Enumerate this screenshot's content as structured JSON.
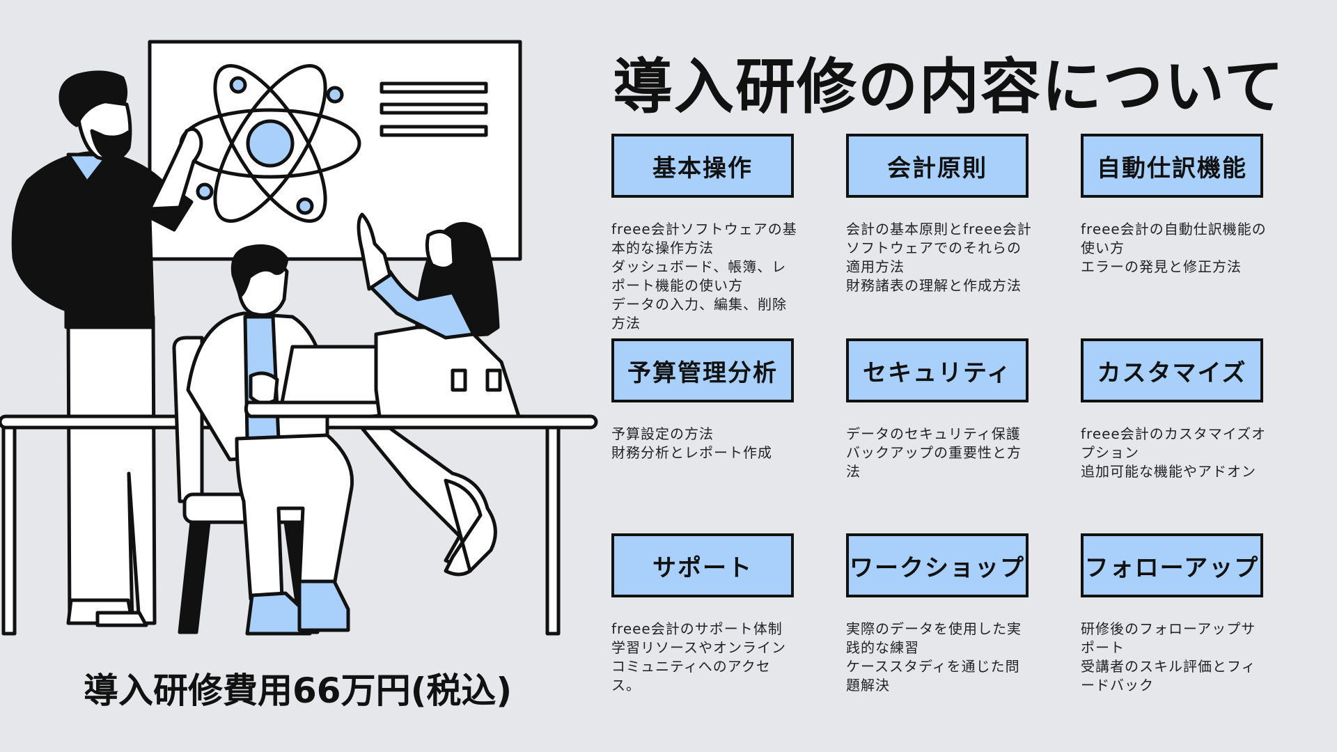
{
  "title": "導入研修の内容について",
  "fee": "導入研修費用66万円(税込)",
  "cards": [
    {
      "heading": "基本操作",
      "lines": [
        "freee会計ソフトウェアの基本的な操作方法",
        "ダッシュボード、帳簿、レポート機能の使い方",
        "データの入力、編集、削除方法"
      ]
    },
    {
      "heading": "会計原則",
      "lines": [
        "会計の基本原則とfreee会計ソフトウェアでのそれらの適用方法",
        "財務諸表の理解と作成方法"
      ]
    },
    {
      "heading": "自動仕訳機能",
      "lines": [
        "freee会計の自動仕訳機能の使い方",
        "エラーの発見と修正方法"
      ]
    },
    {
      "heading": "予算管理分析",
      "lines": [
        "予算設定の方法",
        "財務分析とレポート作成"
      ]
    },
    {
      "heading": "セキュリティ",
      "lines": [
        "データのセキュリティ保護",
        "バックアップの重要性と方法"
      ]
    },
    {
      "heading": "カスタマイズ",
      "lines": [
        "freee会計のカスタマイズオプション",
        "追加可能な機能やアドオン"
      ]
    },
    {
      "heading": "サポート",
      "lines": [
        "freee会計のサポート体制",
        "学習リソースやオンラインコミュニティへのアクセス。"
      ]
    },
    {
      "heading": "ワークショップ",
      "lines": [
        "実際のデータを使用した実践的な練習",
        "ケーススタディを通じた問題解決"
      ]
    },
    {
      "heading": "フォローアップ",
      "lines": [
        "研修後のフォローアップサポート",
        "受講者のスキル評価とフィードバック"
      ]
    }
  ],
  "colors": {
    "accent": "#a8d0fb",
    "background": "#e6e7ea",
    "ink": "#111111"
  },
  "illustration": "people-at-desk-with-atom-whiteboard"
}
